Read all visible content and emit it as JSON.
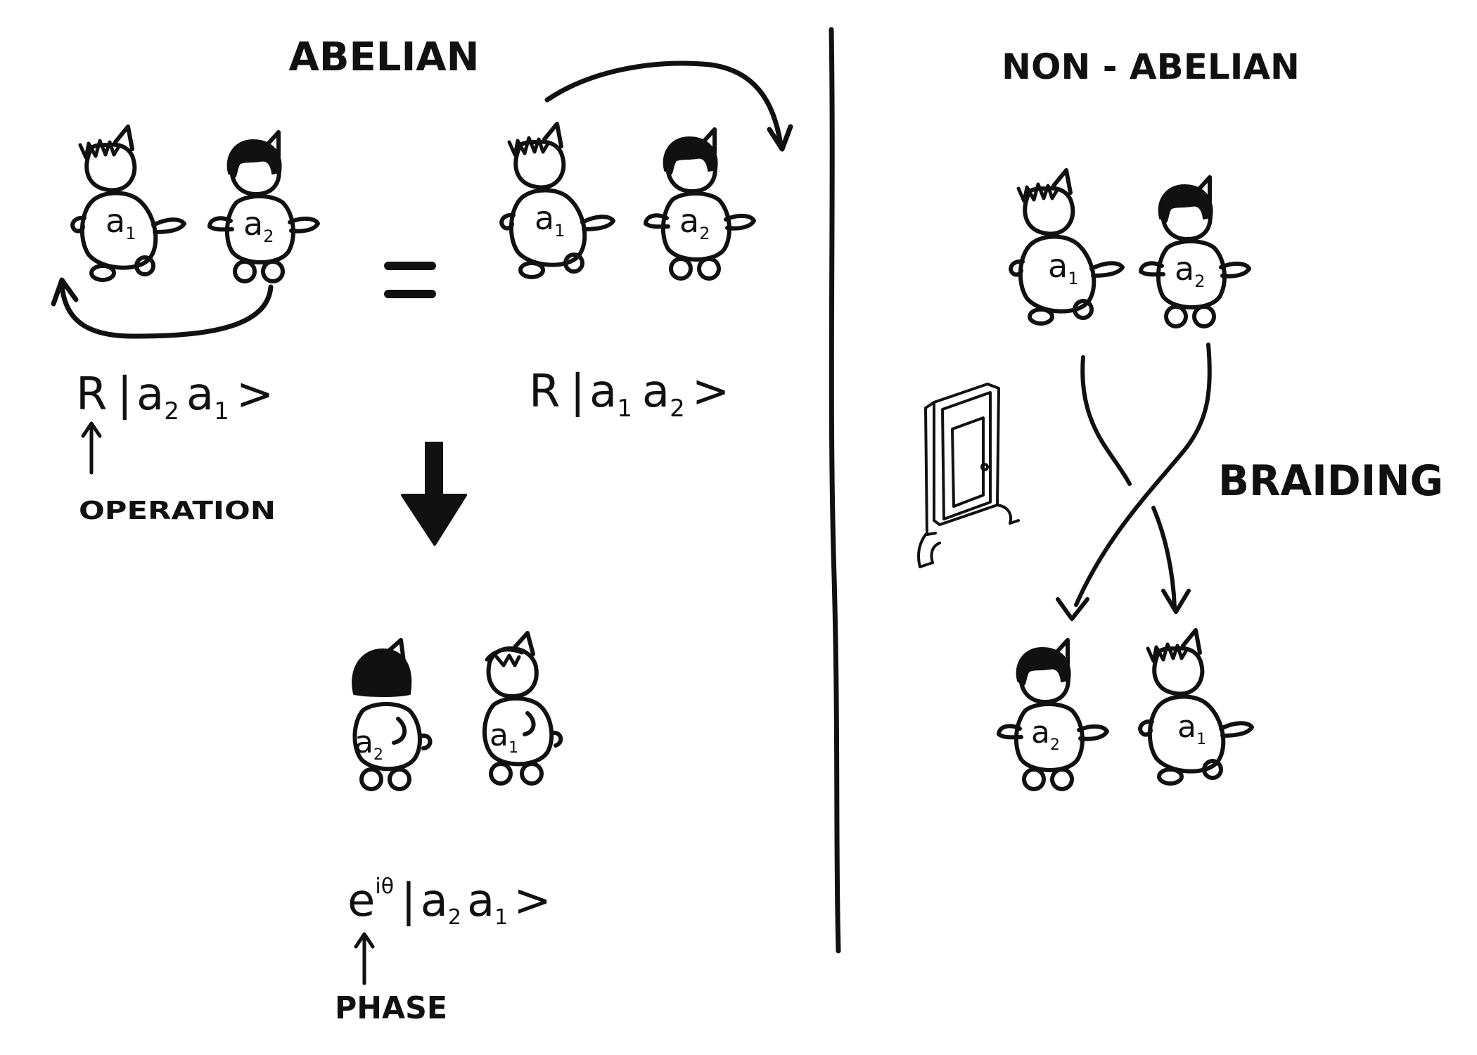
{
  "headings": {
    "abelian": "ABELIAN",
    "non_abelian": "NON - ABELIAN",
    "braiding": "BRAIDING"
  },
  "anyons": {
    "a1": {
      "base": "a",
      "sub": "1"
    },
    "a2": {
      "base": "a",
      "sub": "2"
    }
  },
  "equations": {
    "left": {
      "operator": "R",
      "bra_open": "|",
      "first": "a",
      "first_sub": "2",
      "second": "a",
      "second_sub": "1",
      "ket_close": ">"
    },
    "equals": "=",
    "right": {
      "operator": "R",
      "bra_open": "|",
      "first": "a",
      "first_sub": "1",
      "second": "a",
      "second_sub": "2",
      "ket_close": ">"
    },
    "phase_expr": {
      "base": "e",
      "exponent": "iθ",
      "bra_open": "|",
      "first": "a",
      "first_sub": "2",
      "second": "a",
      "second_sub": "1",
      "ket_close": ">"
    }
  },
  "annotations": {
    "operation": "OPERATION",
    "phase": "PHASE"
  }
}
